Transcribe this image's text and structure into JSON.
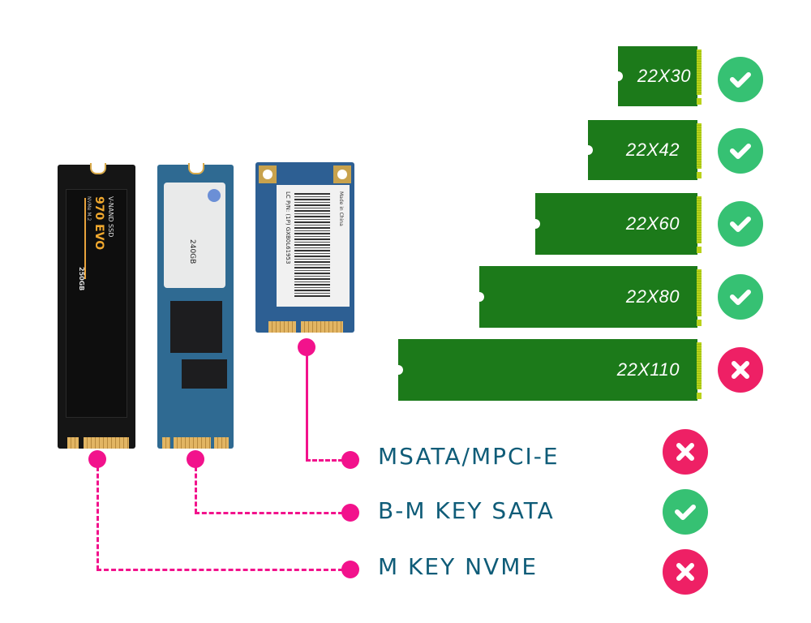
{
  "sizes": [
    {
      "label": "22X30",
      "supported": true
    },
    {
      "label": "22X42",
      "supported": true
    },
    {
      "label": "22X60",
      "supported": true
    },
    {
      "label": "22X80",
      "supported": true
    },
    {
      "label": "22X110",
      "supported": false
    }
  ],
  "types": [
    {
      "label": "MSATA/MPCI-E",
      "supported": false
    },
    {
      "label": "B-M KEY SATA",
      "supported": true
    },
    {
      "label": "M KEY NVME",
      "supported": false
    }
  ],
  "cards": {
    "nvme": {
      "line1": "V-NAND SSD",
      "model": "970 EVO",
      "sub": "NVMe M.2",
      "capacity": "250GB"
    },
    "sata": {
      "capacity": "240GB"
    },
    "msata": {
      "part": "LC P/N: (1P) GXB0L61953",
      "origin": "Made in China"
    }
  },
  "colors": {
    "board_green": "#1c7a1a",
    "ok": "#36c173",
    "no": "#ee2065",
    "connector": "#f2128c",
    "text": "#0f5c78"
  }
}
